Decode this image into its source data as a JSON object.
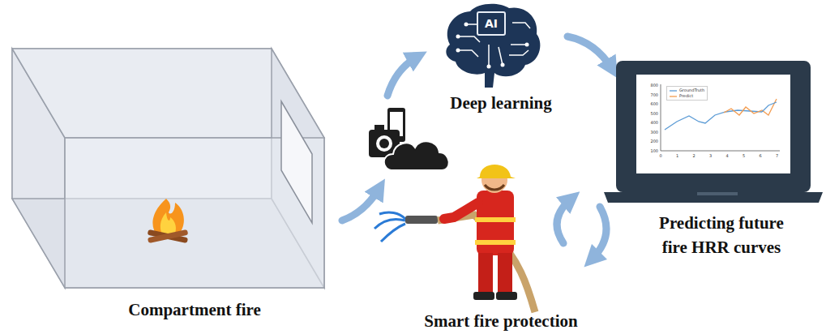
{
  "diagram": {
    "nodes": [
      {
        "text": [
          "AI"
        ]
      }
    ],
    "labels": [
      "Compartment fire",
      "Deep learning",
      "Smart fire protection",
      "Predicting future fire HRR curves",
      "800",
      "700",
      "600",
      "500",
      "400",
      "300",
      "200",
      "100",
      "0",
      "1",
      "2",
      "3",
      "4",
      "5",
      "6",
      "7"
    ],
    "legend": [
      {
        "text": "GroundTruth"
      },
      {
        "text": "Predict"
      }
    ]
  }
}
